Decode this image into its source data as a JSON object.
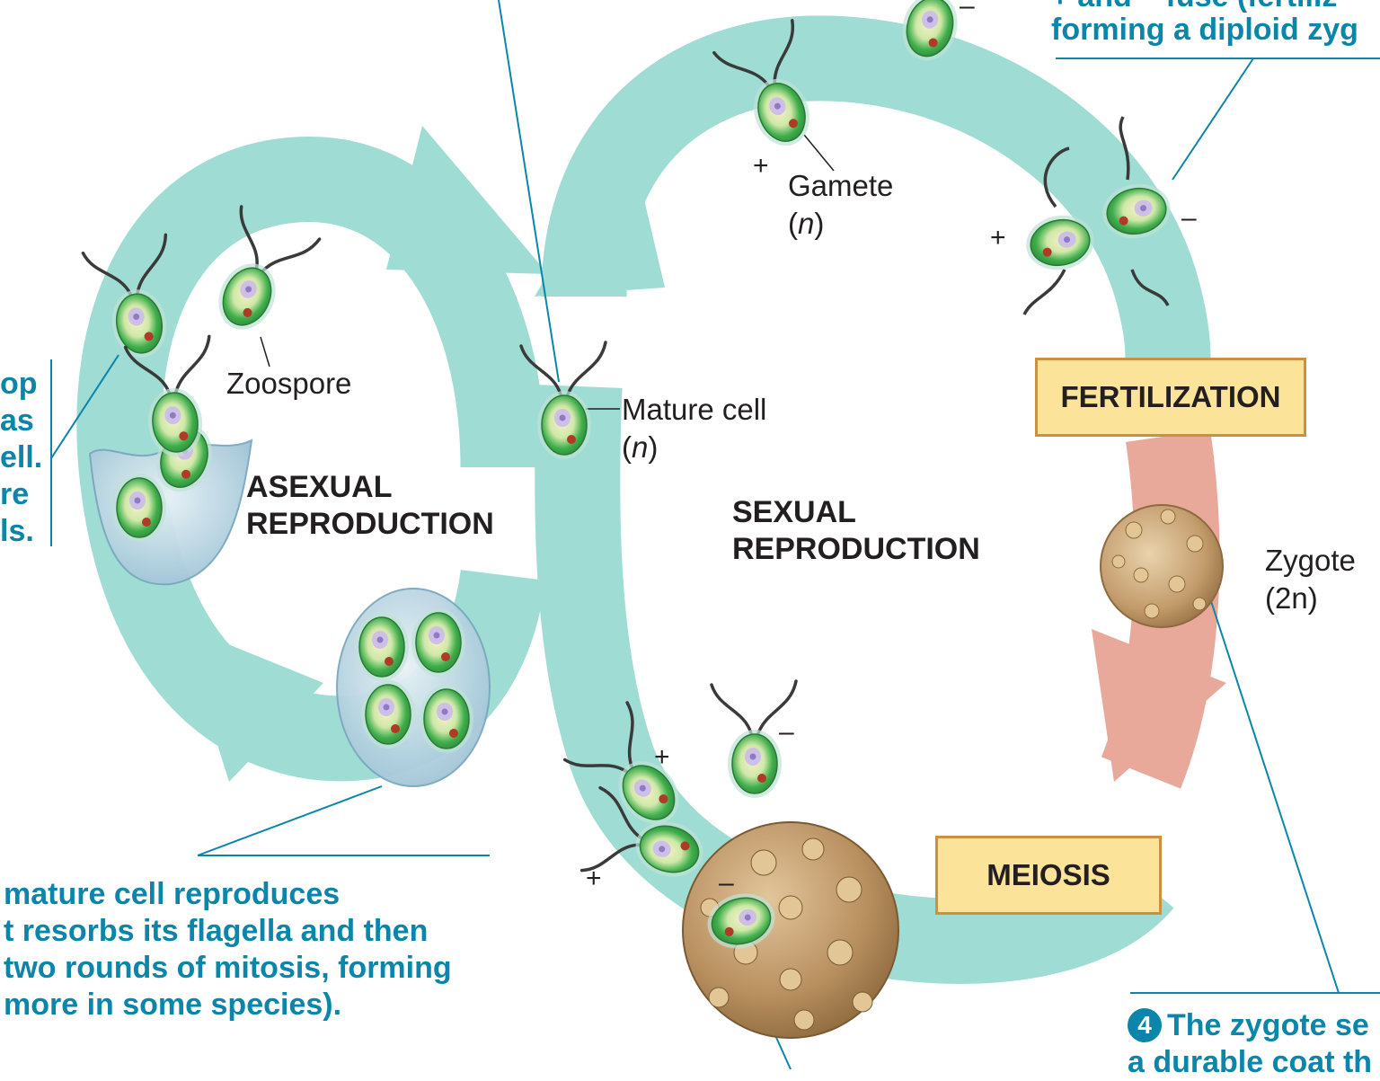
{
  "labels": {
    "zoospore": "Zoospore",
    "gamete": "Gamete",
    "gamete_ploidy": "n",
    "mature_cell": "Mature cell",
    "mature_ploidy": "n",
    "zygote": "Zygote",
    "zygote_ploidy": "2n",
    "asexual_1": "ASEXUAL",
    "asexual_2": "REPRODUCTION",
    "sexual_1": "SEXUAL",
    "sexual_2": "REPRODUCTION",
    "fertilization": "FERTILIZATION",
    "meiosis": "MEIOSIS"
  },
  "signs": {
    "plus": "+",
    "minus": "–"
  },
  "captions": {
    "top_right_1": "+ and – fuse (fertiliz",
    "top_right_2": "forming a diploid zyg",
    "left_1": "op",
    "left_2": "as",
    "left_3": "ell.",
    "left_4": "re",
    "left_5": "ls.",
    "bottom_left_1": "mature cell reproduces",
    "bottom_left_2": "t resorbs its flagella and then",
    "bottom_left_3": "two rounds of mitosis, forming",
    "bottom_left_4": "more in some species).",
    "bottom_right_number": "4",
    "bottom_right_1": "The zygote se",
    "bottom_right_2": "a durable coat th"
  },
  "colors": {
    "asexual_arrow": "#9fdcd3",
    "sexual_arrow": "#9fdcd3",
    "meiosis_arrow": "#e9a99a",
    "label_box": "#fbe49a",
    "label_box_border": "#c8923e",
    "caption_text": "#0b86aa",
    "cell_green": "#3fae4b",
    "zygote_brown": "#c9a57a"
  }
}
